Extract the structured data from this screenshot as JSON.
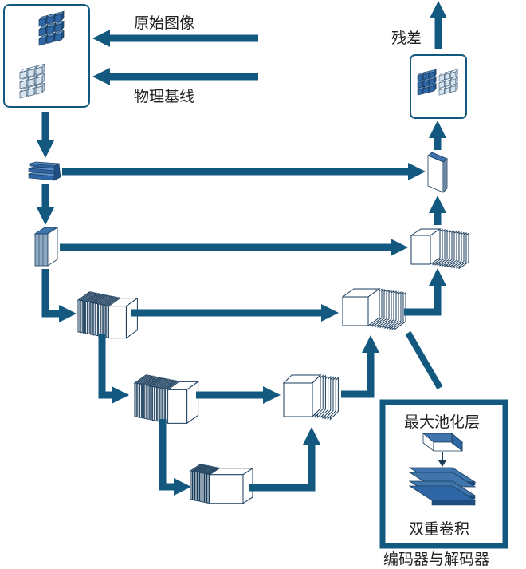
{
  "diagram": {
    "type": "U-Net architecture",
    "colors": {
      "primary": "#13597f",
      "cube_dark": "#2f67a6",
      "cube_light": "#d6e4ef",
      "stroke": "#1a3d5c"
    },
    "inputs": {
      "original_image": "原始图像",
      "physical_baseline": "物理基线"
    },
    "output": {
      "residual": "残差"
    },
    "legend": {
      "max_pooling": "最大池化层",
      "double_conv": "双重卷积",
      "caption": "编码器与解码器"
    },
    "nodes": [
      {
        "id": "input-block",
        "kind": "input-grids"
      },
      {
        "id": "enc-1",
        "kind": "feature-map",
        "level": 1
      },
      {
        "id": "enc-2",
        "kind": "feature-map",
        "level": 2
      },
      {
        "id": "enc-3",
        "kind": "feature-map",
        "level": 3
      },
      {
        "id": "enc-4",
        "kind": "feature-map",
        "level": 4
      },
      {
        "id": "bottleneck",
        "kind": "feature-map",
        "level": 5
      },
      {
        "id": "dec-4",
        "kind": "feature-map",
        "level": 4
      },
      {
        "id": "dec-3",
        "kind": "feature-map",
        "level": 3
      },
      {
        "id": "dec-2",
        "kind": "feature-map",
        "level": 2
      },
      {
        "id": "dec-1",
        "kind": "feature-map",
        "level": 1
      },
      {
        "id": "output-block",
        "kind": "output-grids"
      }
    ],
    "edges": [
      {
        "from": "original_image",
        "to": "input-block"
      },
      {
        "from": "physical_baseline",
        "to": "input-block"
      },
      {
        "from": "input-block",
        "to": "enc-1"
      },
      {
        "from": "enc-1",
        "to": "enc-2"
      },
      {
        "from": "enc-2",
        "to": "enc-3"
      },
      {
        "from": "enc-3",
        "to": "enc-4"
      },
      {
        "from": "enc-4",
        "to": "bottleneck"
      },
      {
        "from": "bottleneck",
        "to": "dec-4"
      },
      {
        "from": "dec-4",
        "to": "dec-3"
      },
      {
        "from": "dec-3",
        "to": "dec-2"
      },
      {
        "from": "dec-2",
        "to": "dec-1"
      },
      {
        "from": "dec-1",
        "to": "output-block"
      },
      {
        "from": "enc-1",
        "to": "dec-1",
        "kind": "skip"
      },
      {
        "from": "enc-2",
        "to": "dec-2",
        "kind": "skip"
      },
      {
        "from": "enc-3",
        "to": "dec-3",
        "kind": "skip"
      },
      {
        "from": "enc-4",
        "to": "dec-4",
        "kind": "skip"
      },
      {
        "from": "output-block",
        "to": "residual"
      }
    ]
  }
}
